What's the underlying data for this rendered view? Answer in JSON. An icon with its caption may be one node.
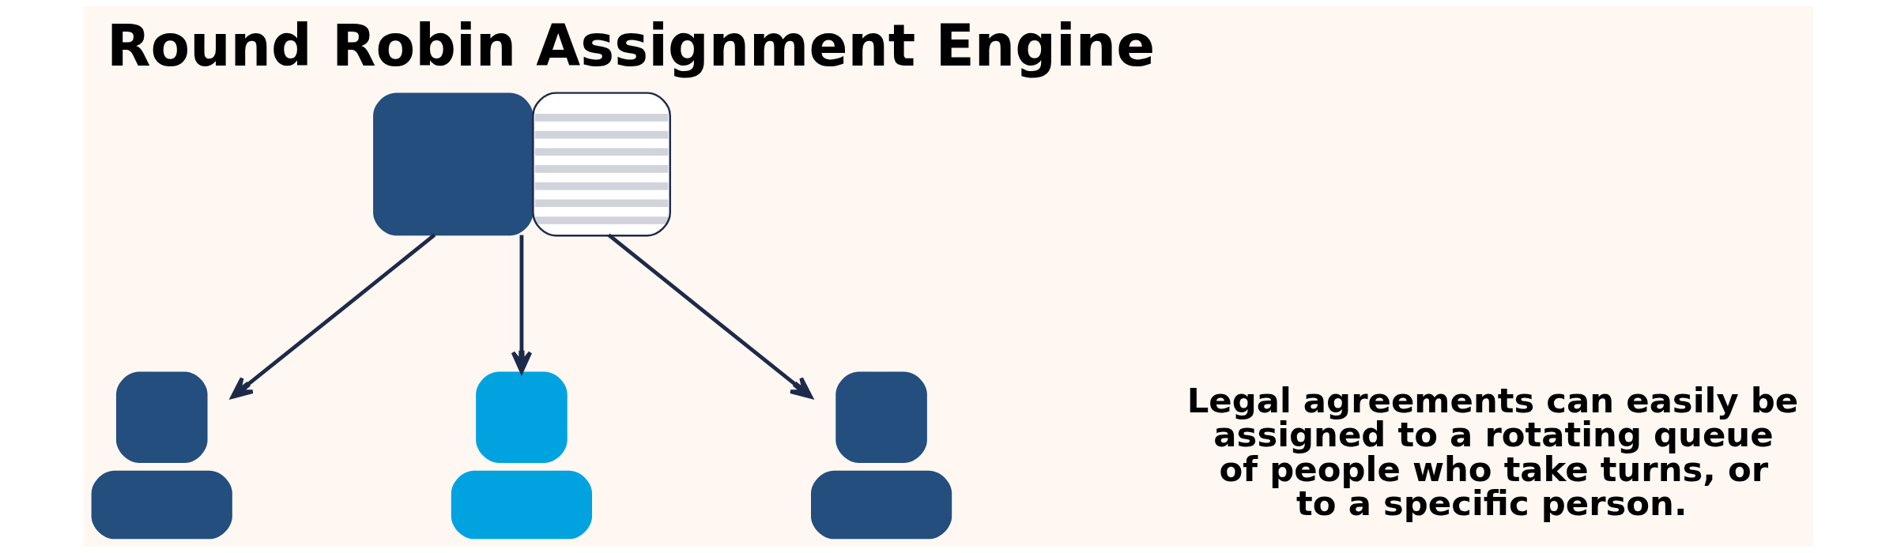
{
  "diagram": {
    "title": "Round Robin Assignment Engine",
    "nodes": [
      {
        "text": [],
        "shape": "picture"
      },
      {
        "text": [],
        "shape": "person"
      },
      {
        "text": [],
        "shape": "person"
      },
      {
        "text": [],
        "shape": "person"
      }
    ],
    "edges": [
      {
        "from": 0,
        "to": 1,
        "arrow": "to"
      },
      {
        "from": 0,
        "to": 2,
        "arrow": "to"
      },
      {
        "from": 0,
        "to": 3,
        "arrow": "to"
      }
    ],
    "labels": [
      "Legal agreements can easily be assigned to a rotating queue of people who take turns, or to a specific person."
    ]
  }
}
